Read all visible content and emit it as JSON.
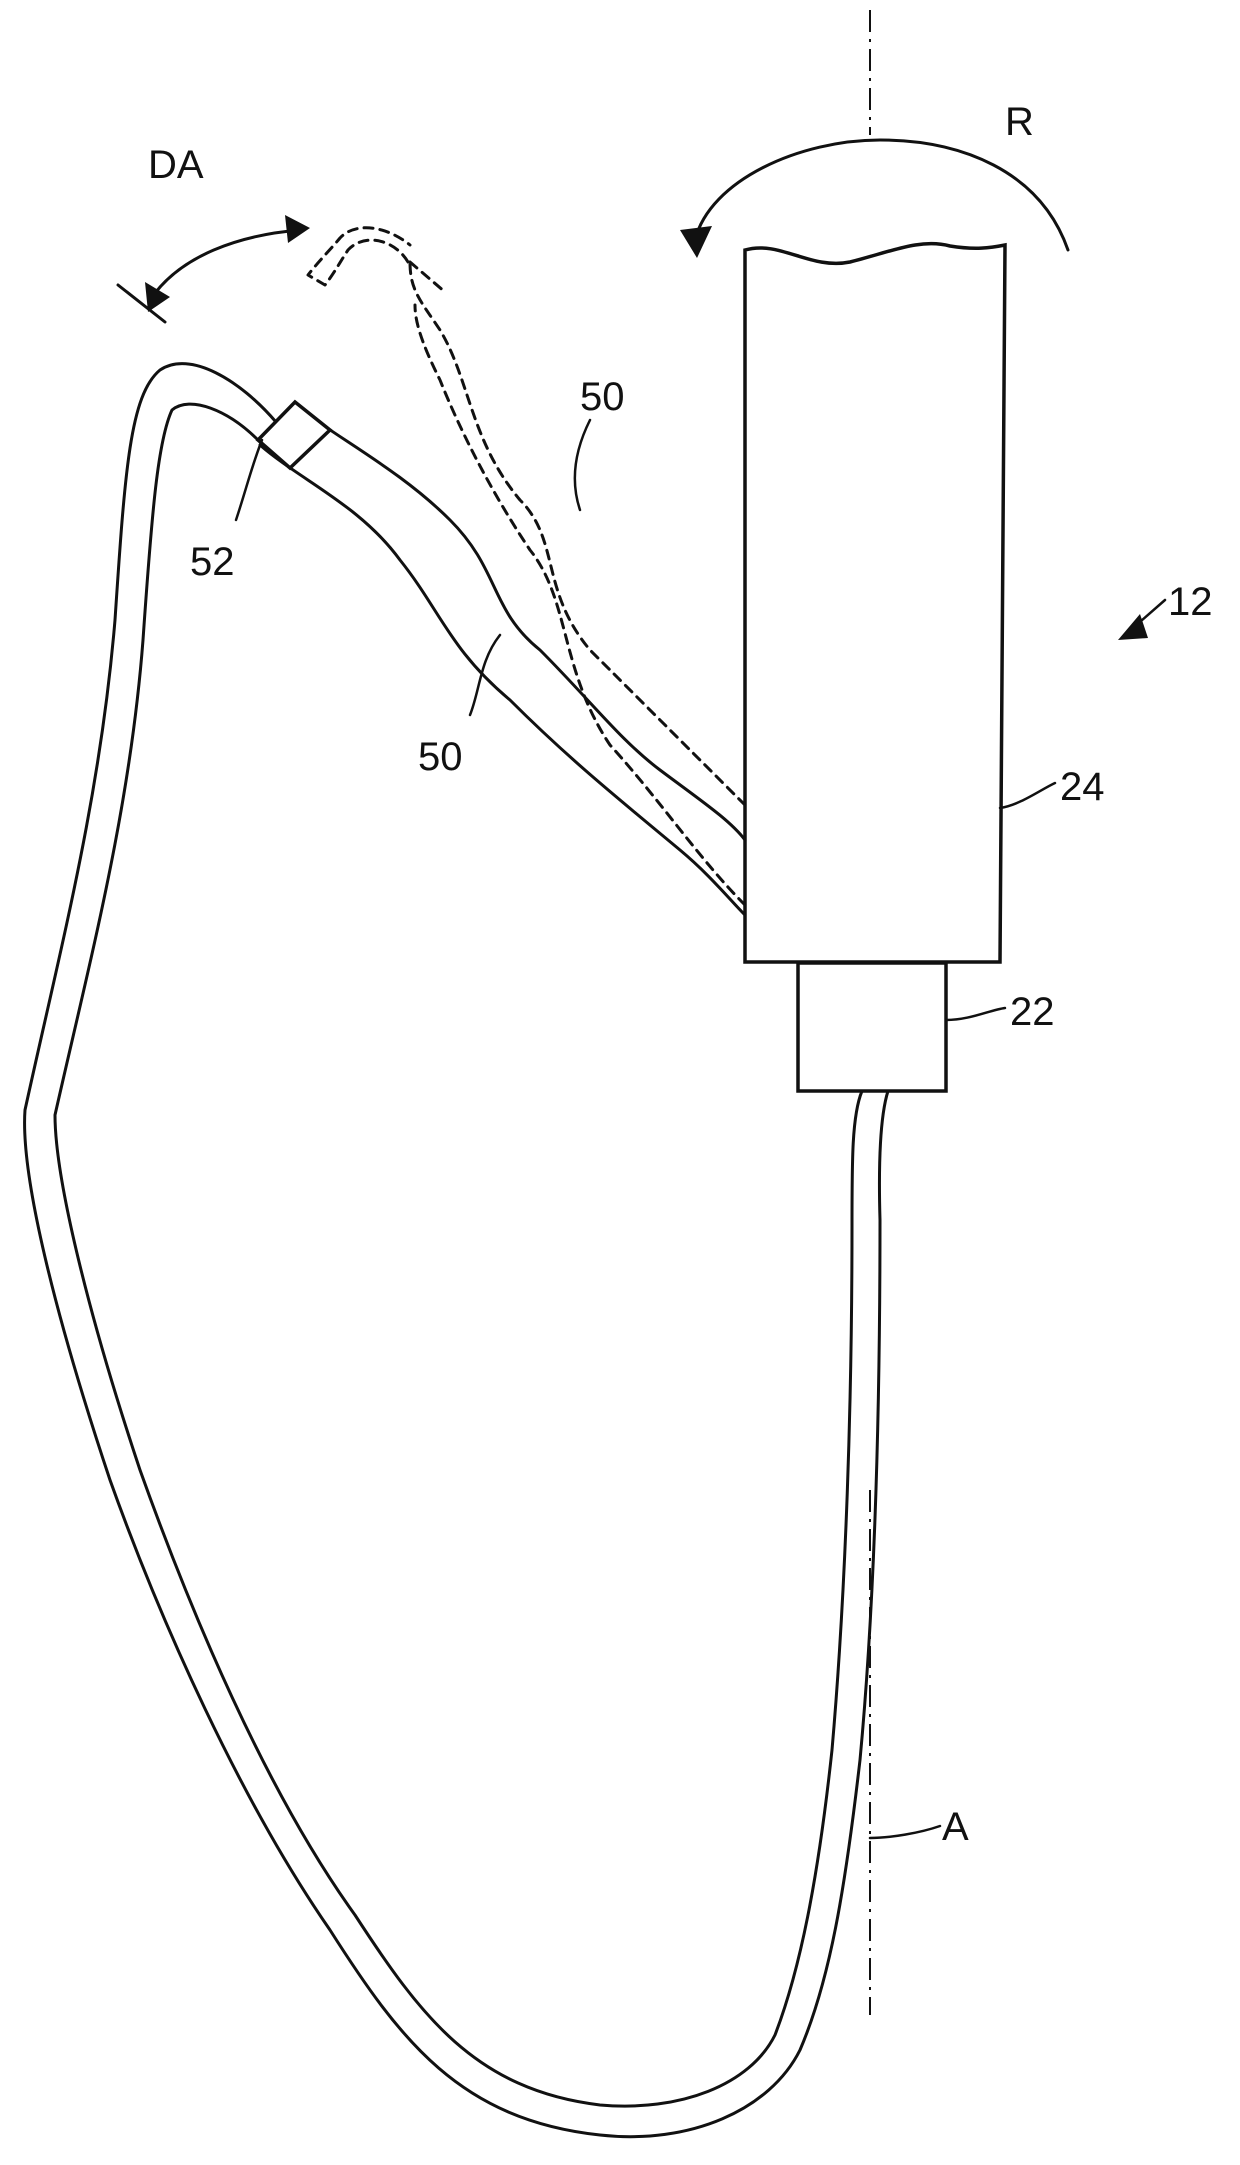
{
  "figure": {
    "labels": {
      "rotation": "R",
      "deflection_angle": "DA",
      "upper_part_ref": "50",
      "lower_part_ref": "50",
      "tip_ref": "52",
      "assembly_ref": "12",
      "upper_body_ref": "24",
      "lower_body_ref": "22",
      "axis_ref": "A"
    }
  }
}
